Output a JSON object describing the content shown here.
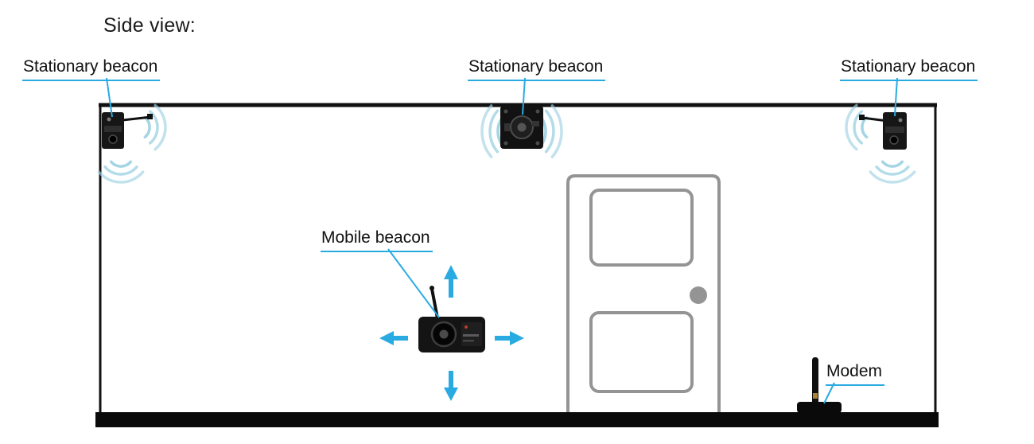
{
  "title": "Side view:",
  "labels": {
    "stationary_left": "Stationary beacon",
    "stationary_center": "Stationary beacon",
    "stationary_right": "Stationary beacon",
    "mobile": "Mobile beacon",
    "modem": "Modem"
  },
  "colors": {
    "accent": "#29ABE2",
    "signal_arc": "#9FD3E2",
    "door_gray": "#949494",
    "structure": "#111111",
    "floor": "#0a0a0a"
  }
}
